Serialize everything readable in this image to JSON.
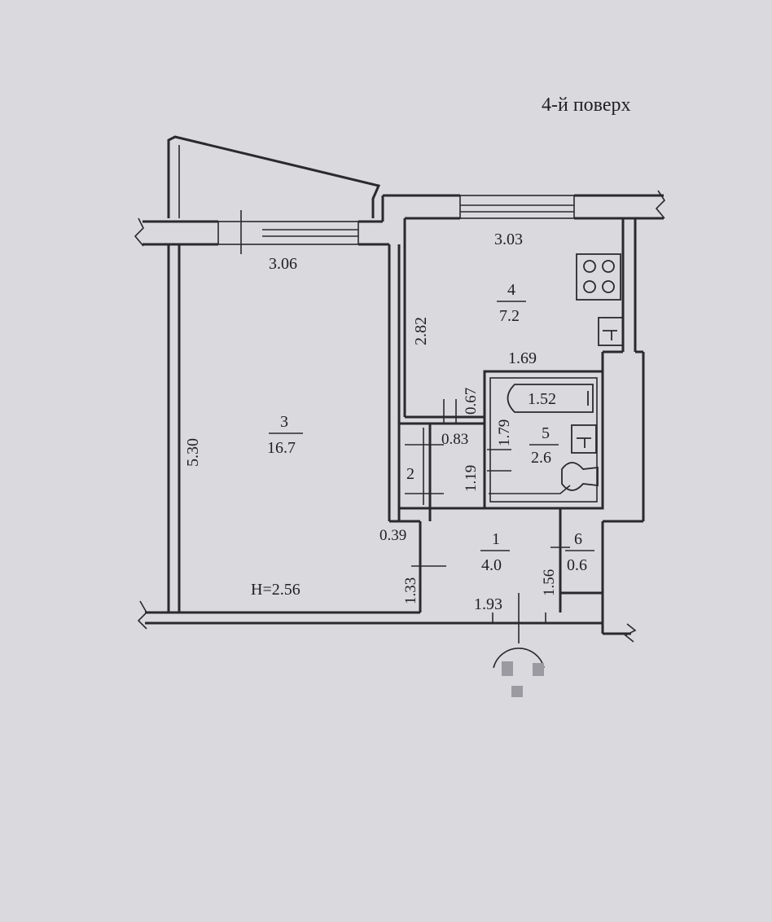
{
  "floor_label": "4-й поверх",
  "rooms": [
    {
      "number": "1",
      "area": "4.0"
    },
    {
      "number": "2",
      "area": ""
    },
    {
      "number": "3",
      "area": "16.7"
    },
    {
      "number": "4",
      "area": "7.2"
    },
    {
      "number": "5",
      "area": "2.6"
    },
    {
      "number": "6",
      "area": "0.6"
    }
  ],
  "dimensions": {
    "living_width": "3.06",
    "living_length": "5.30",
    "kitchen_width": "3.03",
    "kitchen_length": "2.82",
    "kitchen_inner": "1.69",
    "bath_width": "1.52",
    "bath_length": "1.79",
    "gap_067": "0.67",
    "closet_width": "0.83",
    "closet_length": "1.19",
    "wall_039": "0.39",
    "hall_length": "1.33",
    "hall_width": "1.93",
    "storage_length": "1.56",
    "ceiling_height": "H=2.56"
  },
  "colors": {
    "paper": "#d9d9de",
    "ink": "#2a2a2e"
  }
}
